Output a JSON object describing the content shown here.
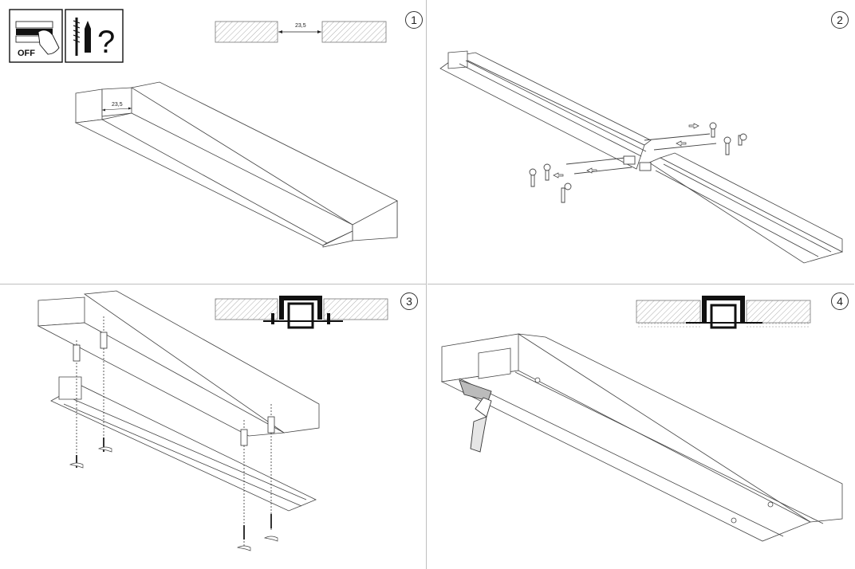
{
  "steps": [
    {
      "number": "1",
      "dimension_label": "23,5",
      "dimension_label_3d": "23,5"
    },
    {
      "number": "2"
    },
    {
      "number": "3"
    },
    {
      "number": "4"
    }
  ],
  "icons": {
    "power_label": "OFF",
    "tools_symbol": "?"
  }
}
